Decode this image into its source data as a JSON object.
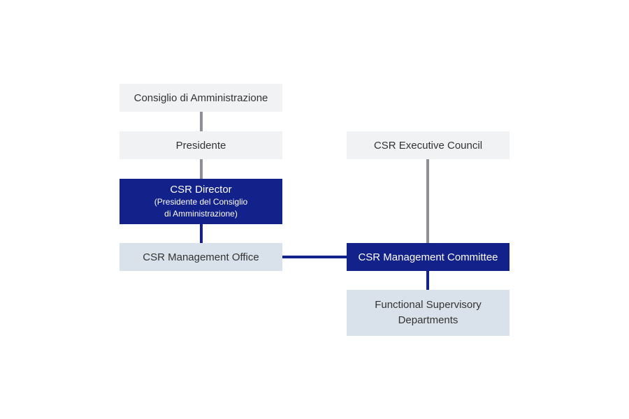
{
  "diagram": {
    "nodes": {
      "board": {
        "label": "Consiglio di Amministrazione"
      },
      "president": {
        "label": "Presidente"
      },
      "director": {
        "title": "CSR Director",
        "subtitle_line1": "(Presidente del Consiglio",
        "subtitle_line2": "di Amministrazione)"
      },
      "office": {
        "label": "CSR Management Office"
      },
      "council": {
        "label": "CSR Executive Council"
      },
      "committee": {
        "label": "CSR Management Committee"
      },
      "departments": {
        "label_line1": "Functional Supervisory",
        "label_line2": "Departments"
      }
    },
    "edges": [
      {
        "from": "board",
        "to": "president"
      },
      {
        "from": "president",
        "to": "director"
      },
      {
        "from": "director",
        "to": "office"
      },
      {
        "from": "office",
        "to": "committee"
      },
      {
        "from": "council",
        "to": "committee"
      },
      {
        "from": "committee",
        "to": "departments"
      }
    ],
    "colors": {
      "navy": "#13218a",
      "light_box": "#f1f2f3",
      "pale_blue_box": "#d9e2ea",
      "grey_connector": "#8e8f99",
      "text_dark": "#333333",
      "text_light": "#ffffff"
    }
  }
}
